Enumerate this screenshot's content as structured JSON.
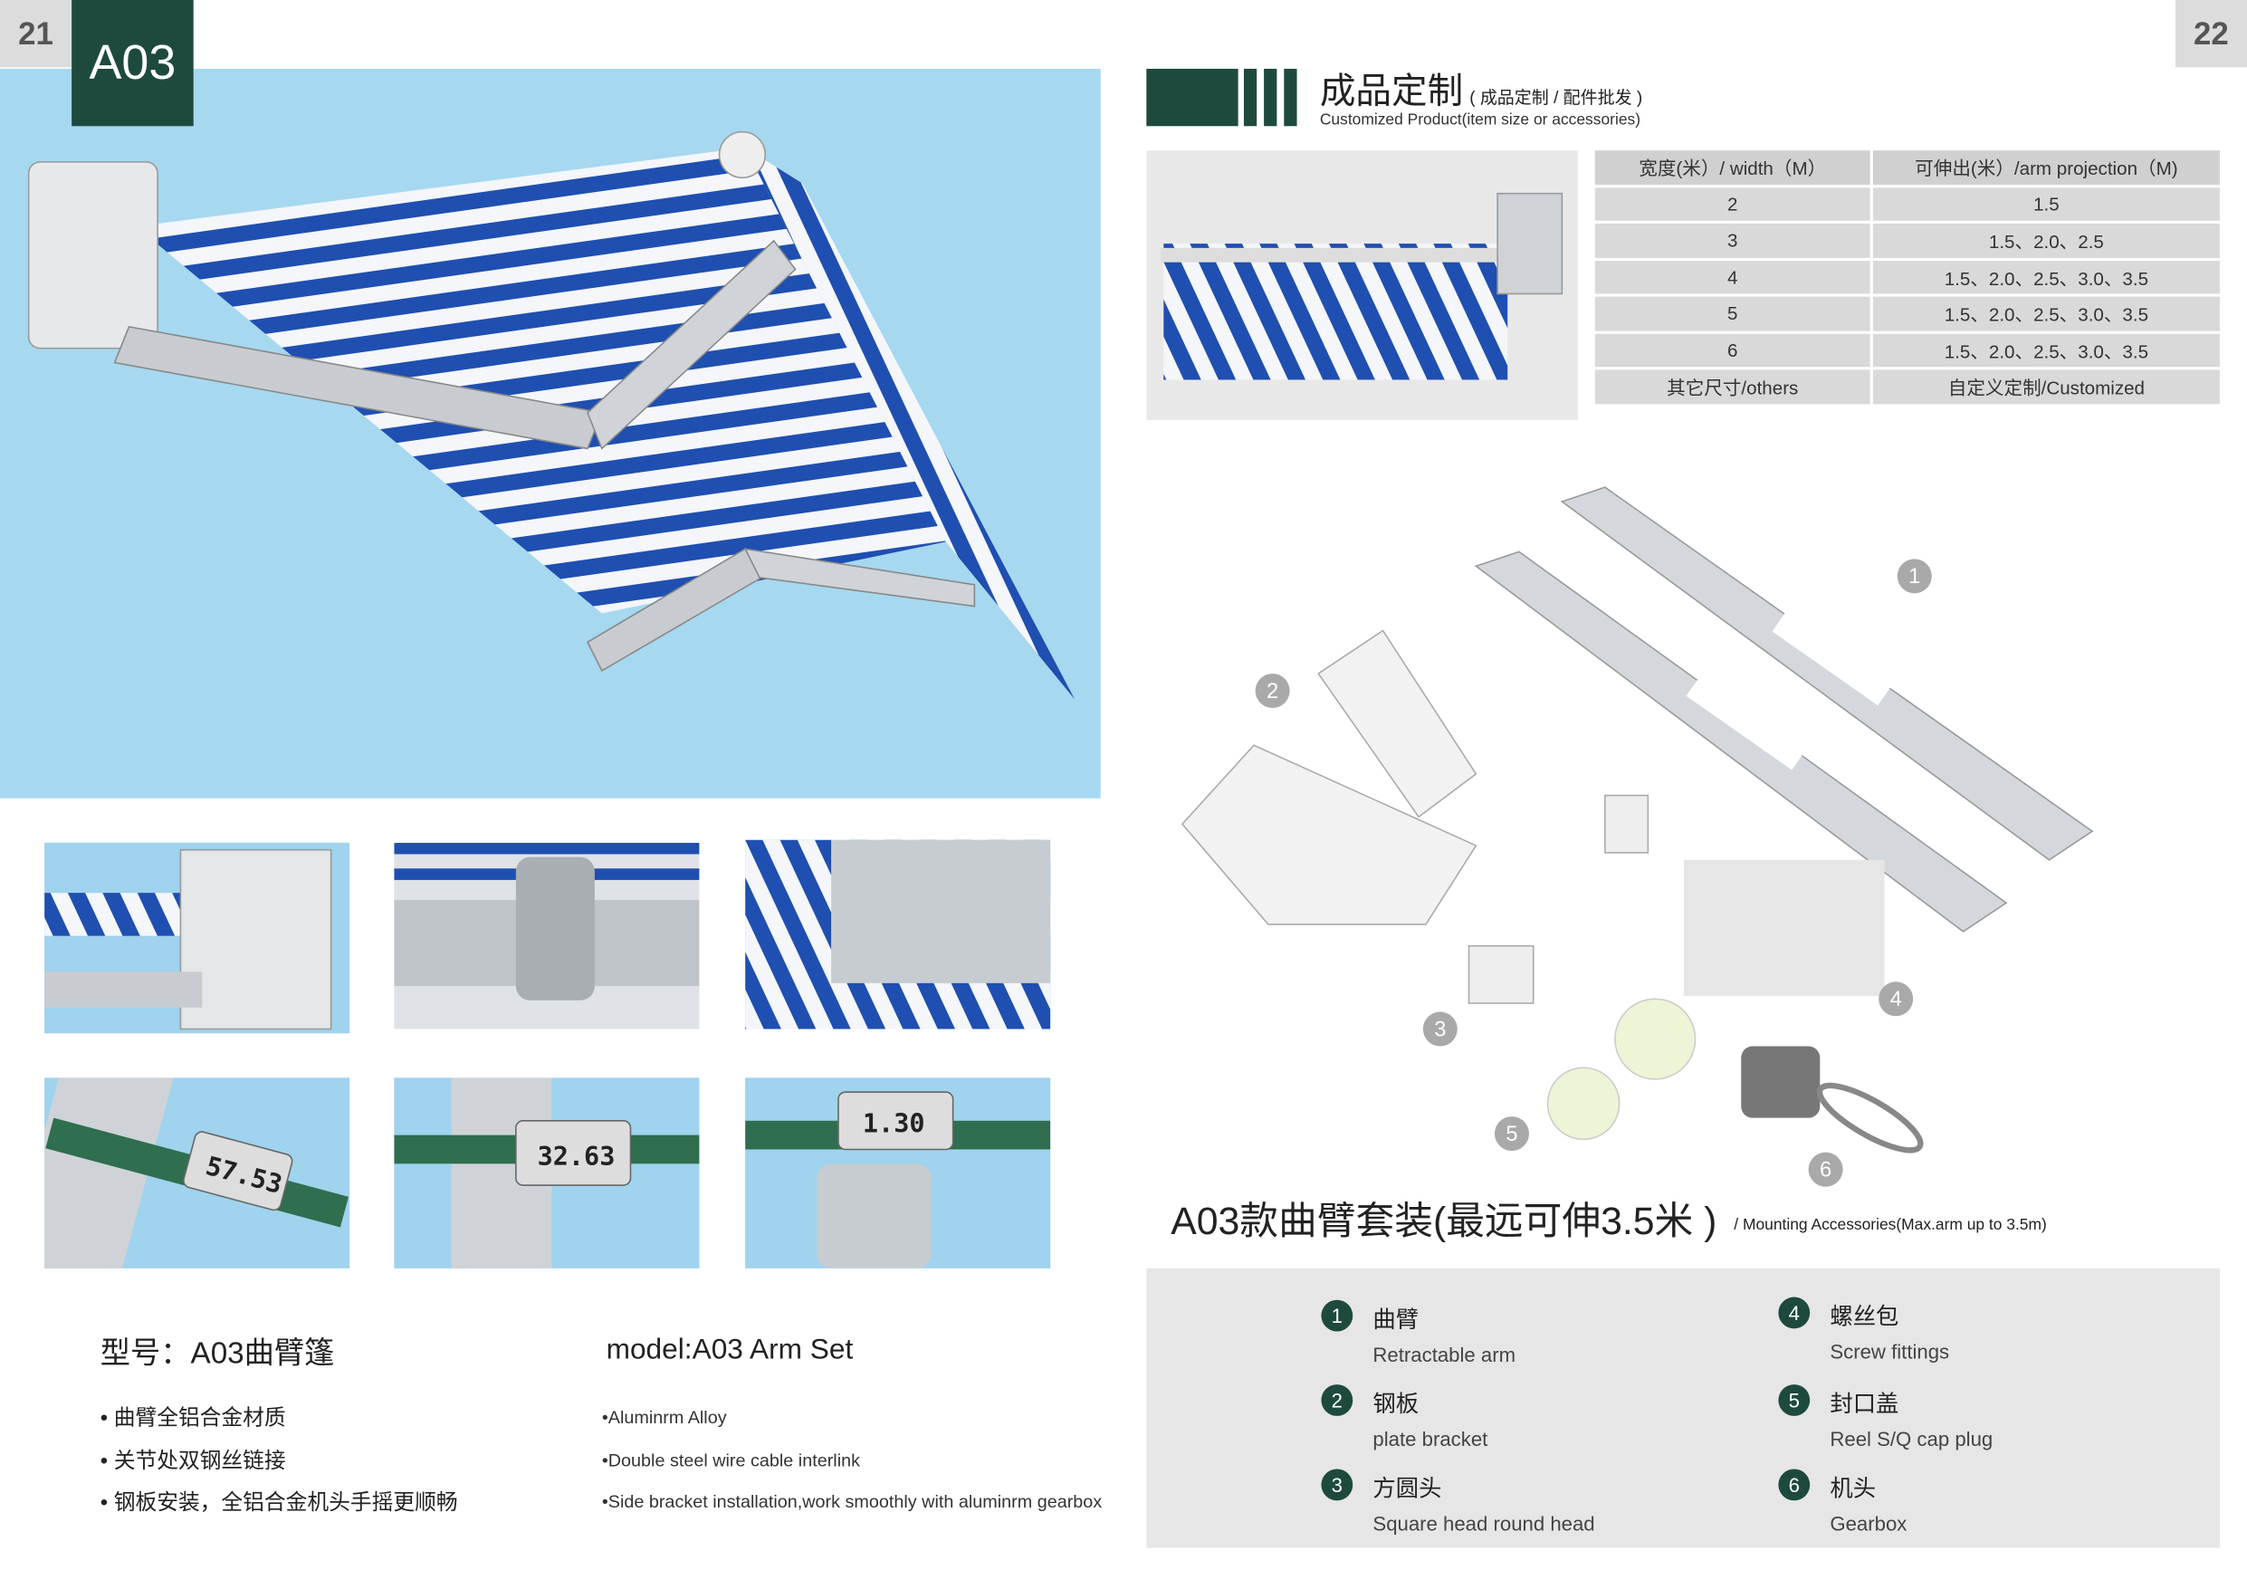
{
  "left_page": {
    "page_number": "21",
    "model_badge": "A03",
    "model_title_cn": "型号：A03曲臂篷",
    "model_title_en": "model:A03 Arm Set",
    "features_cn": [
      "• 曲臂全铝合金材质",
      "• 关节处双钢丝链接",
      "• 钢板安装，全铝合金机头手摇更顺畅"
    ],
    "features_en": [
      "•Aluminrm Alloy",
      "•Double steel wire cable interlink",
      "•Side bracket installation,work smoothly with aluminrm gearbox"
    ],
    "caliper_readings": [
      "57.53",
      "32.63",
      "1.30"
    ]
  },
  "right_page": {
    "page_number": "22",
    "title_cn": "成品定制",
    "title_cn_sub": "( 成品定制 / 配件批发 )",
    "title_en": "Customized Product(item size or accessories)",
    "table": {
      "headers": [
        "宽度(米）/ width（M）",
        "可伸出(米）/arm projection（M)"
      ],
      "rows": [
        [
          "2",
          "1.5"
        ],
        [
          "3",
          "1.5、2.0、2.5"
        ],
        [
          "4",
          "1.5、2.0、2.5、3.0、3.5"
        ],
        [
          "5",
          "1.5、2.0、2.5、3.0、3.5"
        ],
        [
          "6",
          "1.5、2.0、2.5、3.0、3.5"
        ],
        [
          "其它尺寸/others",
          "自定义定制/Customized"
        ]
      ]
    },
    "set_title_cn": "A03款曲臂套装(最远可伸3.5米 )",
    "set_title_en": "/  Mounting Accessories(Max.arm up to 3.5m)",
    "callouts": [
      "1",
      "2",
      "3",
      "4",
      "5",
      "6"
    ],
    "legend": [
      {
        "num": "1",
        "cn": "曲臂",
        "en": "Retractable arm"
      },
      {
        "num": "2",
        "cn": "钢板",
        "en": "plate bracket"
      },
      {
        "num": "3",
        "cn": "方圆头",
        "en": "Square head round head"
      },
      {
        "num": "4",
        "cn": "螺丝包",
        "en": "Screw fittings"
      },
      {
        "num": "5",
        "cn": "封口盖",
        "en": "Reel S/Q cap plug"
      },
      {
        "num": "6",
        "cn": "机头",
        "en": "Gearbox"
      }
    ],
    "colors": {
      "brand": "#1e4a3e",
      "sky": "#a6d8f0",
      "stripe": "#1f4fb0"
    }
  }
}
